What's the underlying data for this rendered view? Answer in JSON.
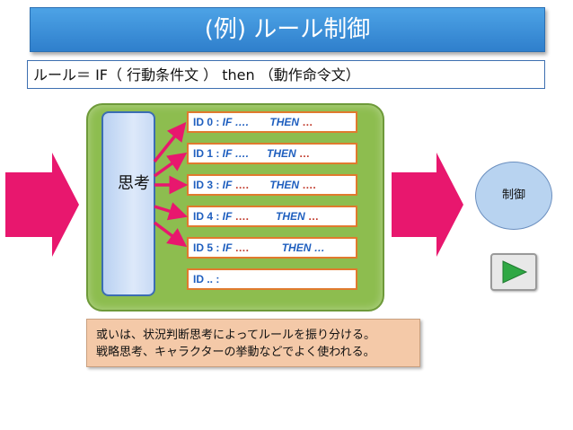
{
  "title": "(例) ルール制御",
  "rule_definition": "ルール＝ IF（ 行動条件文 ） then （動作命令文）",
  "think_label": "思考",
  "rules": [
    {
      "id": "ID 0 : ",
      "if": "IF ",
      "if_dots": "….",
      "then": "THEN ",
      "then_dots": "…"
    },
    {
      "id": "ID 1 : ",
      "if": "IF ",
      "if_dots": "….",
      "then": "THEN ",
      "then_dots": "…"
    },
    {
      "id": "ID 3 : ",
      "if": "IF ",
      "if_dots": "….",
      "then": "THEN ",
      "then_dots": "…."
    },
    {
      "id": "ID 4 : ",
      "if": "IF ",
      "if_dots": "….",
      "then": "THEN ",
      "then_dots": "…"
    },
    {
      "id": "ID 5 : ",
      "if": "IF ",
      "if_dots": "….",
      "then": "THEN ",
      "then_dots": "…"
    },
    {
      "id": "ID .. : ",
      "if": "",
      "if_dots": "",
      "then": "",
      "then_dots": ""
    }
  ],
  "control_label": "制御",
  "note_lines": [
    "或いは、状況判断思考によってルールを振り分ける。",
    "戦略思考、キャラクターの挙動などでよく使われる。"
  ],
  "colors": {
    "banner": "#2f7fcc",
    "panel": "#8dbd4f",
    "arrow": "#e8176e",
    "rule_border": "#e07a2e",
    "play": "#2fa844"
  }
}
